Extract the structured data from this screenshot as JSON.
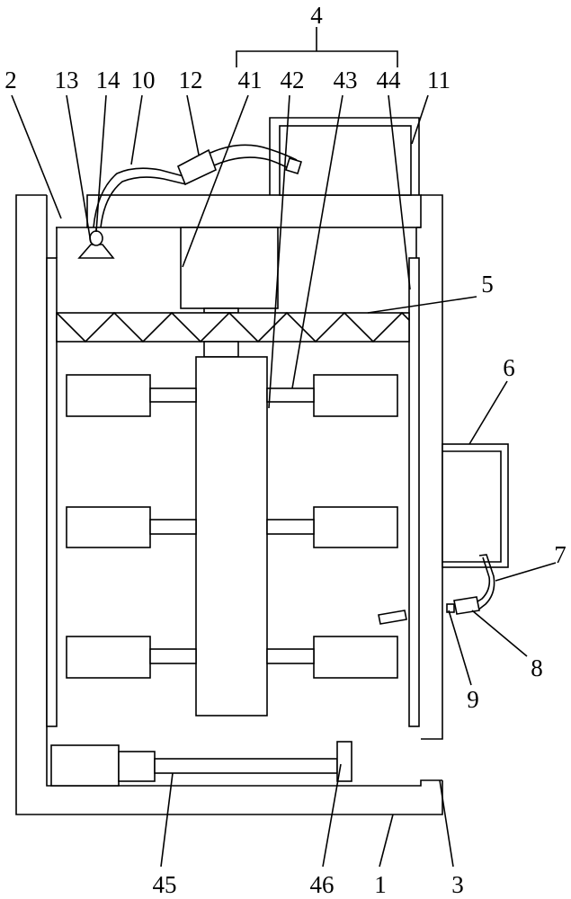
{
  "labels": {
    "n1": "1",
    "n2": "2",
    "n3": "3",
    "n4": "4",
    "n5": "5",
    "n6": "6",
    "n7": "7",
    "n8": "8",
    "n9": "9",
    "n10": "10",
    "n11": "11",
    "n12": "12",
    "n13": "13",
    "n14": "14",
    "n41": "41",
    "n42": "42",
    "n43": "43",
    "n44": "44",
    "n45": "45",
    "n46": "46"
  }
}
